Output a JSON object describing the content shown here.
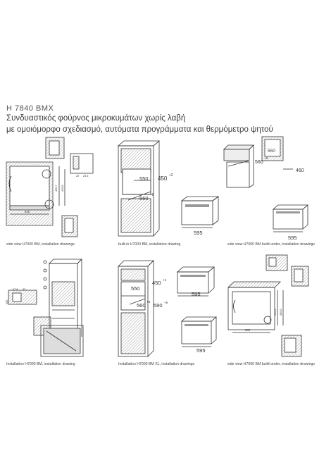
{
  "header": {
    "model": "H 7840 BMX",
    "line1": "Συνδυαστικός φούρνος μικροκυμάτων χωρίς λαβή",
    "line2": "με ομοιόμορφο σχεδιασμό, αυτόματα προγράμματα και θερμόμετρο ψητού"
  },
  "panels": [
    {
      "caption": "side view H7000 BM, installation drawings",
      "dims": {
        "depth": "546",
        "a": "22",
        "b": "23,3",
        "h1": "455,7",
        "h2": "445,5"
      }
    },
    {
      "caption": "built-in H7000 BM, installation drawing",
      "dims": {
        "width_niche": "560",
        "width_tol": "+8",
        "height_niche": "450",
        "height_tol": "+2",
        "front": "550",
        "appliance_width": "595"
      }
    },
    {
      "caption": "side view H7000 BM build-under, installation drawings",
      "dims": {
        "width_niche": "560",
        "width_tol": "+8",
        "h": "460",
        "w": "550",
        "appliance_width": "595"
      }
    },
    {
      "caption": "Installation H7000 BM, installation drawing",
      "dims": {
        "a": "450",
        "b": "67,6",
        "c": "33"
      }
    },
    {
      "caption": "Installation H7000 BM XL, installation drawings",
      "dims": {
        "niche_w": "560",
        "niche_w_tol": "+8",
        "niche_h": "450",
        "niche_h_tol": "+2",
        "h2": "590",
        "h2_tol": "+5",
        "front": "550",
        "appliance_width_1": "595",
        "appliance_width_2": "595"
      }
    },
    {
      "caption": "side view H7000 BM build-under, installation drawings",
      "dims": {
        "depth": "545",
        "h1": "455,3",
        "h2": "455,5"
      }
    }
  ]
}
